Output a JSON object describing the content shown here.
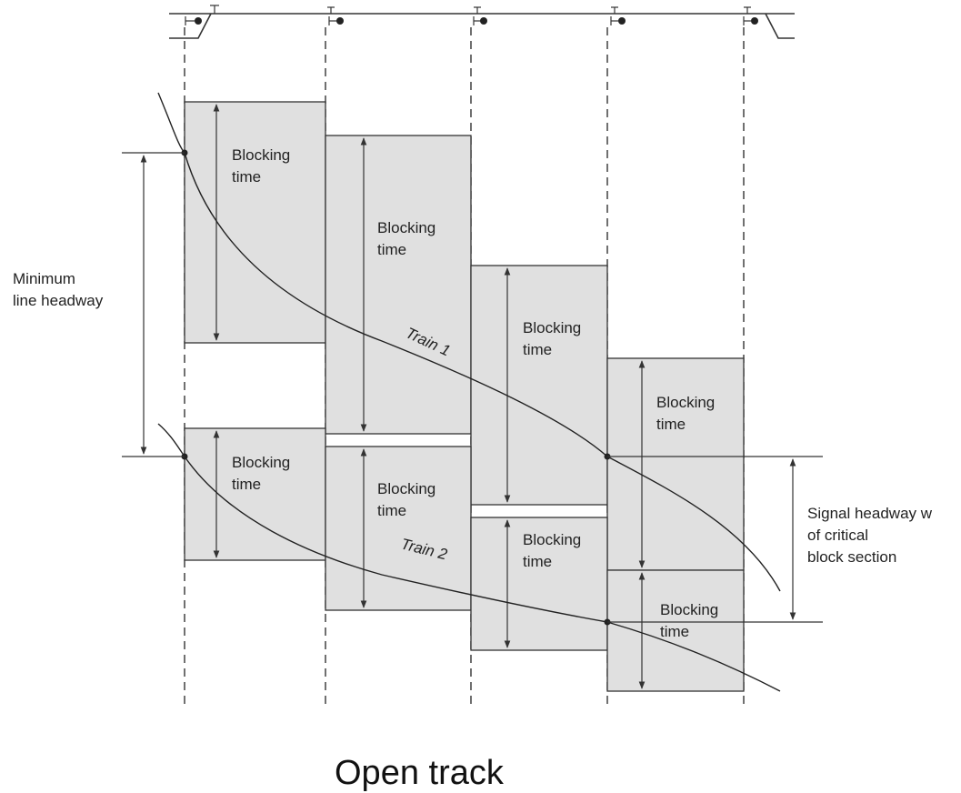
{
  "block_label_line1": "Blocking",
  "block_label_line2": "time",
  "train1_label": "Train 1",
  "train2_label": "Train 2",
  "min_headway_line1": "Minimum",
  "min_headway_line2": "line headway",
  "signal_headway_line1": "Signal headway w",
  "signal_headway_line2": "of critical",
  "signal_headway_line3": "block section",
  "caption": "Open track",
  "colors": {
    "block_fill": "#e0e0e0",
    "stroke": "#333333"
  }
}
